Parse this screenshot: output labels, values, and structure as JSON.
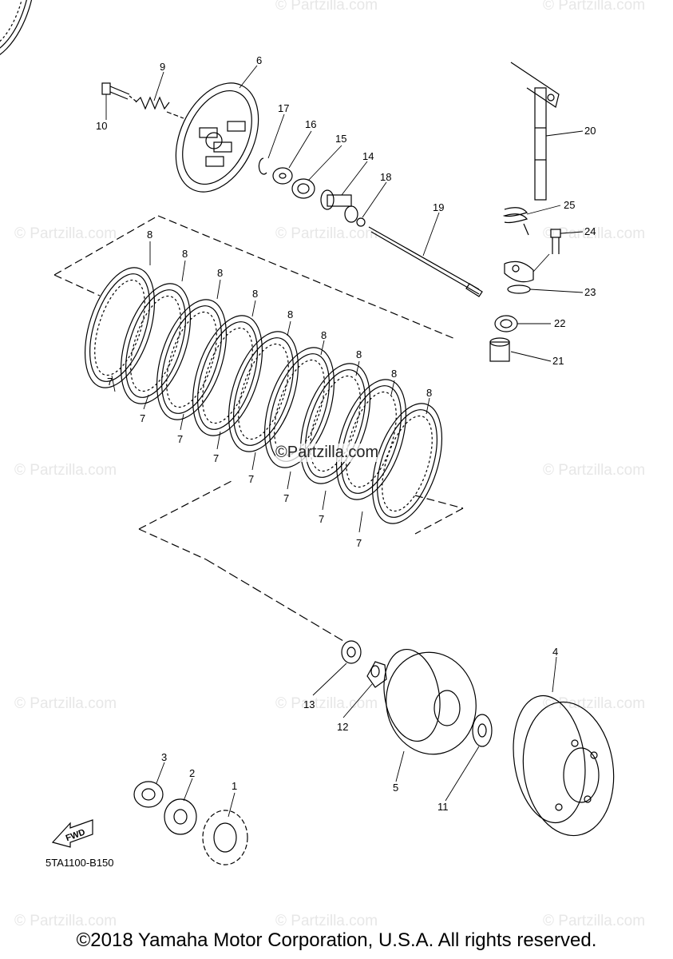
{
  "diagram_code": "5TA1100-B150",
  "copyright": "©2018 Yamaha Motor Corporation, U.S.A. All rights reserved.",
  "watermark": "© Partzilla.com",
  "center_watermark": "©Partzilla.com",
  "fwd_label": "FWD",
  "callouts": [
    "1",
    "2",
    "3",
    "4",
    "5",
    "6",
    "7",
    "8",
    "9",
    "10",
    "11",
    "12",
    "13",
    "14",
    "15",
    "16",
    "17",
    "18",
    "19",
    "20",
    "21",
    "22",
    "23",
    "24",
    "25"
  ]
}
